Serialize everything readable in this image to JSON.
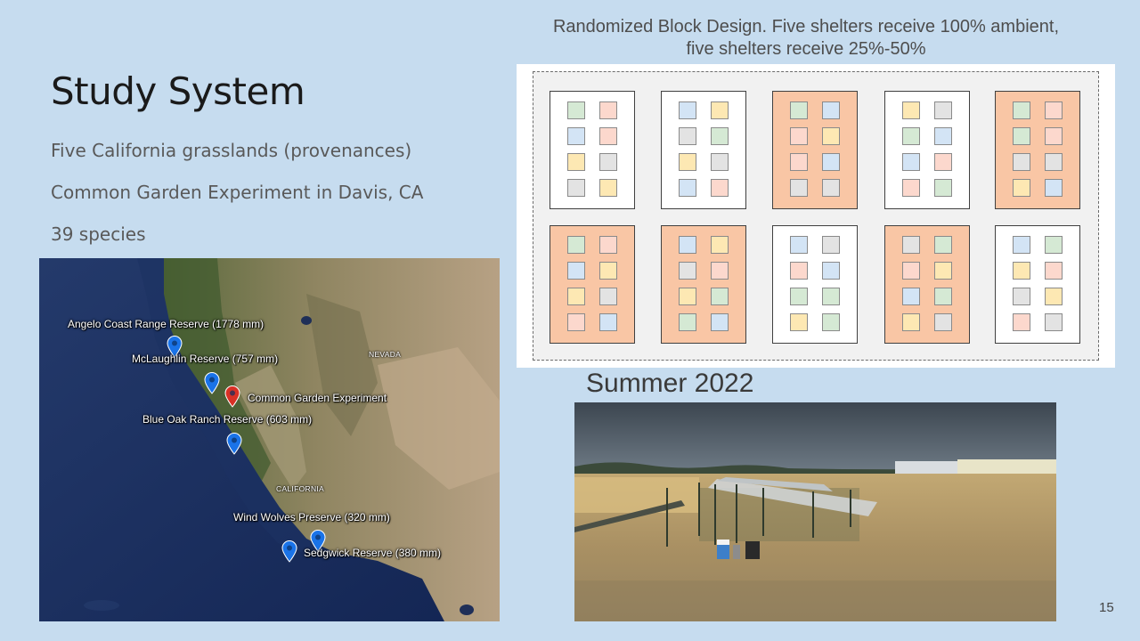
{
  "slide": {
    "title": "Study System",
    "bullets": [
      "Five California grasslands (provenances)",
      "Common Garden Experiment in Davis, CA",
      "39 species"
    ],
    "page_number": "15"
  },
  "design": {
    "title_line1": "Randomized Block Design. Five shelters receive 100% ambient,",
    "title_line2": "five shelters receive 25%-50%",
    "colors": {
      "reduced_shelter": "#f9c6a5",
      "ambient_shelter": "#ffffff",
      "green": "#d5e9d4",
      "blue": "#d3e4f5",
      "yellow": "#fde8b3",
      "pink": "#fcd8cd",
      "gray": "#e3e3e3"
    },
    "shelters": [
      {
        "treatment": "ambient",
        "plots": [
          "green",
          "pink",
          "blue",
          "pink",
          "yellow",
          "gray",
          "gray",
          "yellow"
        ]
      },
      {
        "treatment": "ambient",
        "plots": [
          "blue",
          "yellow",
          "gray",
          "green",
          "yellow",
          "gray",
          "blue",
          "pink"
        ]
      },
      {
        "treatment": "reduced",
        "plots": [
          "green",
          "blue",
          "pink",
          "yellow",
          "pink",
          "blue",
          "gray",
          "gray"
        ]
      },
      {
        "treatment": "ambient",
        "plots": [
          "yellow",
          "gray",
          "green",
          "blue",
          "blue",
          "pink",
          "pink",
          "green"
        ]
      },
      {
        "treatment": "reduced",
        "plots": [
          "green",
          "pink",
          "green",
          "pink",
          "gray",
          "gray",
          "yellow",
          "blue"
        ]
      },
      {
        "treatment": "reduced",
        "plots": [
          "green",
          "pink",
          "blue",
          "yellow",
          "yellow",
          "gray",
          "pink",
          "blue"
        ]
      },
      {
        "treatment": "reduced",
        "plots": [
          "blue",
          "yellow",
          "gray",
          "pink",
          "yellow",
          "green",
          "green",
          "blue"
        ]
      },
      {
        "treatment": "ambient",
        "plots": [
          "blue",
          "gray",
          "pink",
          "blue",
          "green",
          "green",
          "yellow",
          "green"
        ]
      },
      {
        "treatment": "reduced",
        "plots": [
          "gray",
          "green",
          "pink",
          "yellow",
          "blue",
          "green",
          "yellow",
          "gray"
        ]
      },
      {
        "treatment": "ambient",
        "plots": [
          "blue",
          "green",
          "yellow",
          "pink",
          "gray",
          "yellow",
          "pink",
          "gray"
        ]
      }
    ]
  },
  "photo": {
    "caption": "Summer 2022"
  },
  "map": {
    "sites": [
      {
        "label": "Angelo Coast Range Reserve (1778 mm)",
        "pin_color": "blue"
      },
      {
        "label": "McLaughlin Reserve (757 mm)",
        "pin_color": "blue"
      },
      {
        "label": "Common Garden Experiment",
        "pin_color": "red"
      },
      {
        "label": "Blue Oak Ranch Reserve (603 mm)",
        "pin_color": "blue"
      },
      {
        "label": "Wind Wolves Preserve (320 mm)",
        "pin_color": "blue"
      },
      {
        "label": "Sedgwick Reserve (380 mm)",
        "pin_color": "blue"
      }
    ],
    "state_labels": [
      "NEVADA",
      "CALIFORNIA"
    ],
    "pin_colors": {
      "blue": "#1a73e8",
      "red": "#d93025"
    }
  }
}
